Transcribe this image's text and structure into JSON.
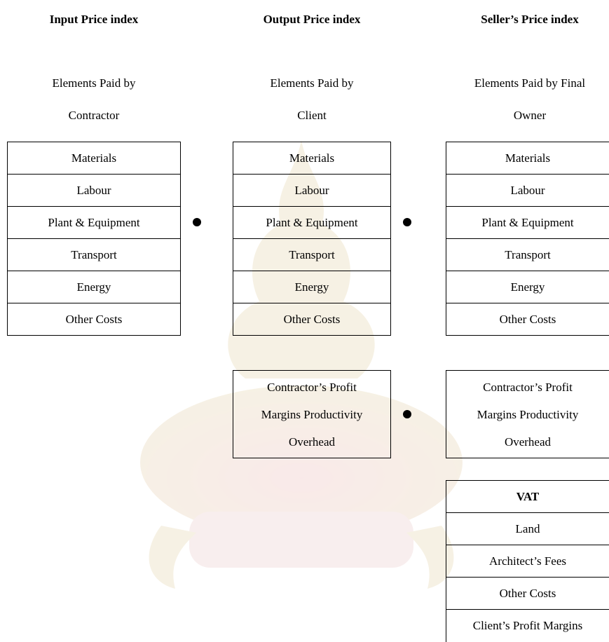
{
  "columns": [
    {
      "title": "Input Price index",
      "subtitle_line1": "Elements Paid by",
      "subtitle_line2": "Contractor",
      "cost_items": [
        "Materials",
        "Labour",
        "Plant & Equipment",
        "Transport",
        "Energy",
        "Other Costs"
      ]
    },
    {
      "title": "Output Price index",
      "subtitle_line1": "Elements Paid by",
      "subtitle_line2": "Client",
      "cost_items": [
        "Materials",
        "Labour",
        "Plant & Equipment",
        "Transport",
        "Energy",
        "Other Costs"
      ],
      "margin_lines": [
        "Contractor’s Profit",
        "Margins Productivity",
        "Overhead"
      ]
    },
    {
      "title": "Seller’s Price index",
      "subtitle_line1": "Elements Paid by Final",
      "subtitle_line2": "Owner",
      "cost_items": [
        "Materials",
        "Labour",
        "Plant & Equipment",
        "Transport",
        "Energy",
        "Other Costs"
      ],
      "margin_lines": [
        "Contractor’s Profit",
        "Margins Productivity",
        "Overhead"
      ],
      "extra_items": [
        "VAT",
        "Land",
        "Architect’s Fees",
        "Other Costs",
        "Client’s Profit Margins"
      ]
    }
  ]
}
